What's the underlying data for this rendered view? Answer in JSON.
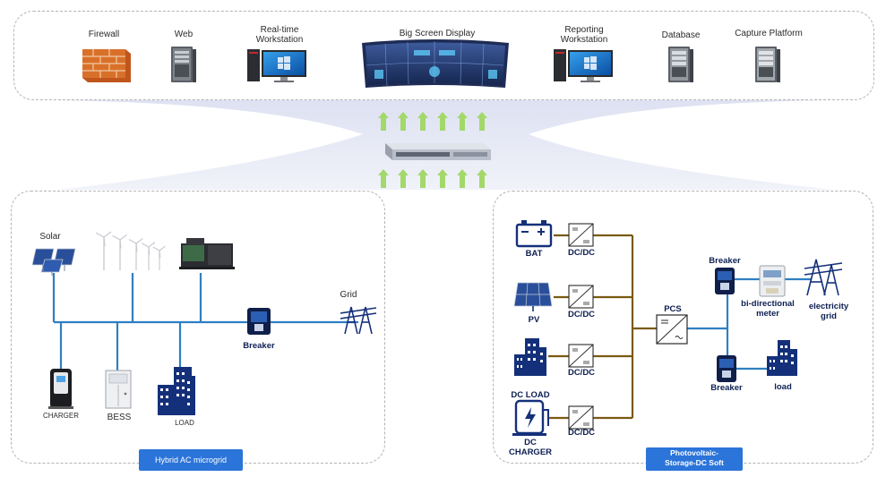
{
  "top_devices": {
    "firewall": "Firewall",
    "web": "Web",
    "realtime": [
      "Real-time",
      "Workstation"
    ],
    "bigscreen": "Big Screen Display",
    "reporting": [
      "Reporting",
      "Workstation"
    ],
    "database": "Database",
    "capture": "Capture Platform"
  },
  "ac_microgrid": {
    "solar": "Solar",
    "grid": "Grid",
    "breaker": "Breaker",
    "charger": "CHARGER",
    "bess": "BESS",
    "load": "LOAD",
    "title": "Hybrid AC microgrid"
  },
  "dc_microgrid": {
    "bat": "BAT",
    "pv": "PV",
    "dcdc": "DC/DC",
    "dc_load": "DC LOAD",
    "dc_charger": [
      "DC",
      "CHARGER"
    ],
    "pcs": "PCS",
    "breaker": "Breaker",
    "meter": [
      "bi-directional",
      "meter"
    ],
    "grid": [
      "electricity",
      "grid"
    ],
    "load": "load",
    "title": [
      "Photovoltaic-",
      "Storage-DC Soft"
    ]
  },
  "colors": {
    "ac_line": "#2f7fc1",
    "dc_line": "#7a5a12",
    "icon_navy": "#14307a",
    "badge": "#2b74d9",
    "arrow_green": "#a3d86a"
  }
}
